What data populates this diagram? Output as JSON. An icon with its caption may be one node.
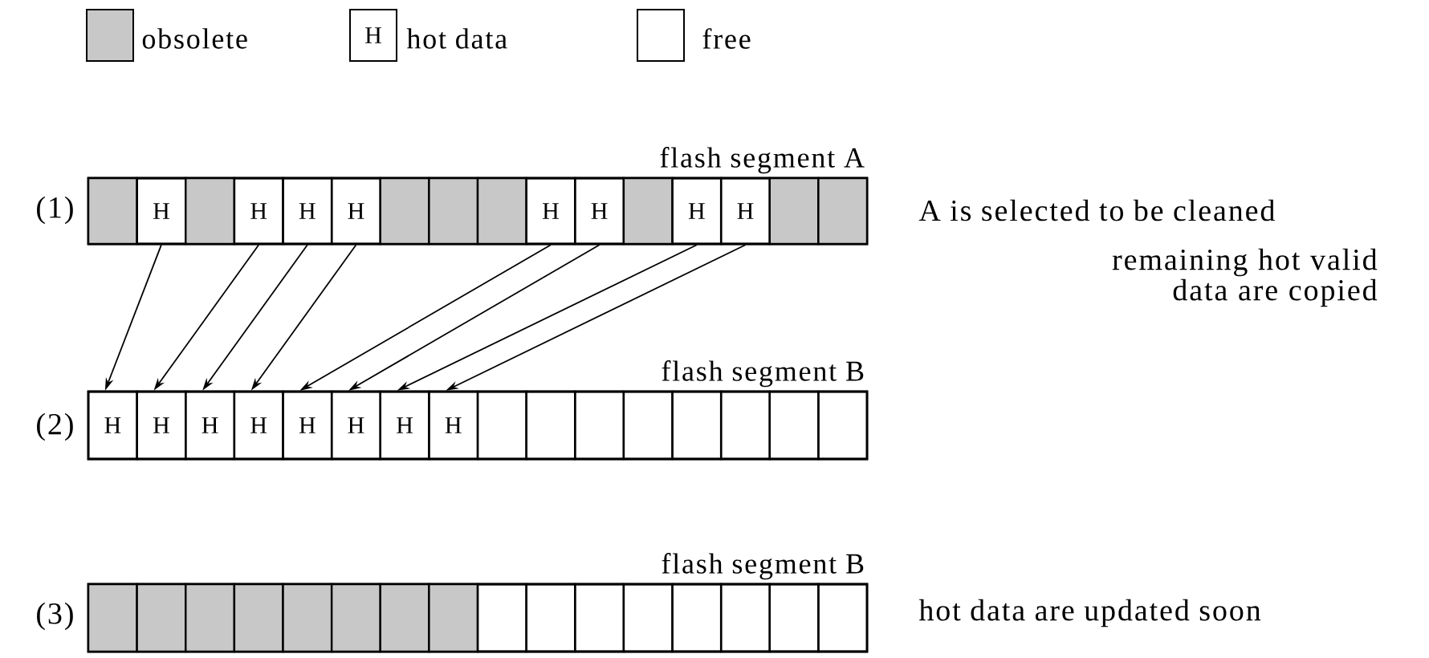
{
  "diagram": {
    "nodes": [
      {
        "text": [
          "flash segment A"
        ]
      },
      {
        "text": [],
        "shape": "block",
        "in": 0
      },
      {
        "text": [
          "H"
        ],
        "in": 0
      },
      {
        "text": [],
        "shape": "block",
        "in": 0
      },
      {
        "text": [
          "H"
        ],
        "in": 0
      },
      {
        "text": [
          "H"
        ],
        "in": 0
      },
      {
        "text": [
          "H"
        ],
        "in": 0
      },
      {
        "text": [],
        "shape": "block",
        "in": 0
      },
      {
        "text": [],
        "shape": "block",
        "in": 0
      },
      {
        "text": [],
        "shape": "block",
        "in": 0
      },
      {
        "text": [
          "H"
        ],
        "in": 0
      },
      {
        "text": [
          "H"
        ],
        "in": 0
      },
      {
        "text": [],
        "shape": "block",
        "in": 0
      },
      {
        "text": [
          "H"
        ],
        "in": 0
      },
      {
        "text": [
          "H"
        ],
        "in": 0
      },
      {
        "text": [],
        "shape": "block",
        "in": 0
      },
      {
        "text": [],
        "shape": "block",
        "in": 0
      },
      {
        "text": [
          "flash segment B"
        ]
      },
      {
        "text": [
          "H"
        ],
        "in": 17
      },
      {
        "text": [
          "H"
        ],
        "in": 17
      },
      {
        "text": [
          "H"
        ],
        "in": 17
      },
      {
        "text": [
          "H"
        ],
        "in": 17
      },
      {
        "text": [
          "H"
        ],
        "in": 17
      },
      {
        "text": [
          "H"
        ],
        "in": 17
      },
      {
        "text": [
          "H"
        ],
        "in": 17
      },
      {
        "text": [
          "H"
        ],
        "in": 17
      },
      {
        "text": [],
        "shape": "box",
        "in": 17
      },
      {
        "text": [],
        "shape": "box",
        "in": 17
      },
      {
        "text": [],
        "shape": "box",
        "in": 17
      },
      {
        "text": [],
        "shape": "box",
        "in": 17
      },
      {
        "text": [],
        "shape": "box",
        "in": 17
      },
      {
        "text": [],
        "shape": "box",
        "in": 17
      },
      {
        "text": [],
        "shape": "box",
        "in": 17
      },
      {
        "text": [],
        "shape": "box",
        "in": 17
      },
      {
        "text": [
          "flash segment B"
        ]
      },
      {
        "text": [],
        "shape": "block",
        "in": 34
      },
      {
        "text": [],
        "shape": "block",
        "in": 34
      },
      {
        "text": [],
        "shape": "block",
        "in": 34
      },
      {
        "text": [],
        "shape": "block",
        "in": 34
      },
      {
        "text": [],
        "shape": "block",
        "in": 34
      },
      {
        "text": [],
        "shape": "block",
        "in": 34
      },
      {
        "text": [],
        "shape": "block",
        "in": 34
      },
      {
        "text": [],
        "shape": "block",
        "in": 34
      },
      {
        "text": [],
        "shape": "box",
        "in": 34
      },
      {
        "text": [],
        "shape": "box",
        "in": 34
      },
      {
        "text": [],
        "shape": "box",
        "in": 34
      },
      {
        "text": [],
        "shape": "box",
        "in": 34
      },
      {
        "text": [],
        "shape": "box",
        "in": 34
      },
      {
        "text": [],
        "shape": "box",
        "in": 34
      },
      {
        "text": [],
        "shape": "box",
        "in": 34
      },
      {
        "text": [],
        "shape": "box",
        "in": 34
      }
    ],
    "edges": [
      {
        "from": 2,
        "to": 18,
        "arrow": "to"
      },
      {
        "from": 4,
        "to": 19,
        "arrow": "to"
      },
      {
        "from": 5,
        "to": 20,
        "arrow": "to"
      },
      {
        "from": 6,
        "to": 21,
        "arrow": "to"
      },
      {
        "from": 10,
        "to": 22,
        "arrow": "to"
      },
      {
        "from": 11,
        "to": 23,
        "arrow": "to"
      },
      {
        "from": 13,
        "to": 24,
        "arrow": "to"
      },
      {
        "from": 14,
        "to": 25,
        "arrow": "to"
      }
    ],
    "labels": [
      "H",
      "(1)",
      "A is selected to be cleaned",
      "remaining hot valid data are copied",
      "(2)",
      "(3)",
      "hot data are updated soon"
    ],
    "legend": [
      {
        "text": "obsolete",
        "color": "#c8c8c8"
      },
      {
        "text": "hot data"
      },
      {
        "text": "free"
      }
    ]
  }
}
